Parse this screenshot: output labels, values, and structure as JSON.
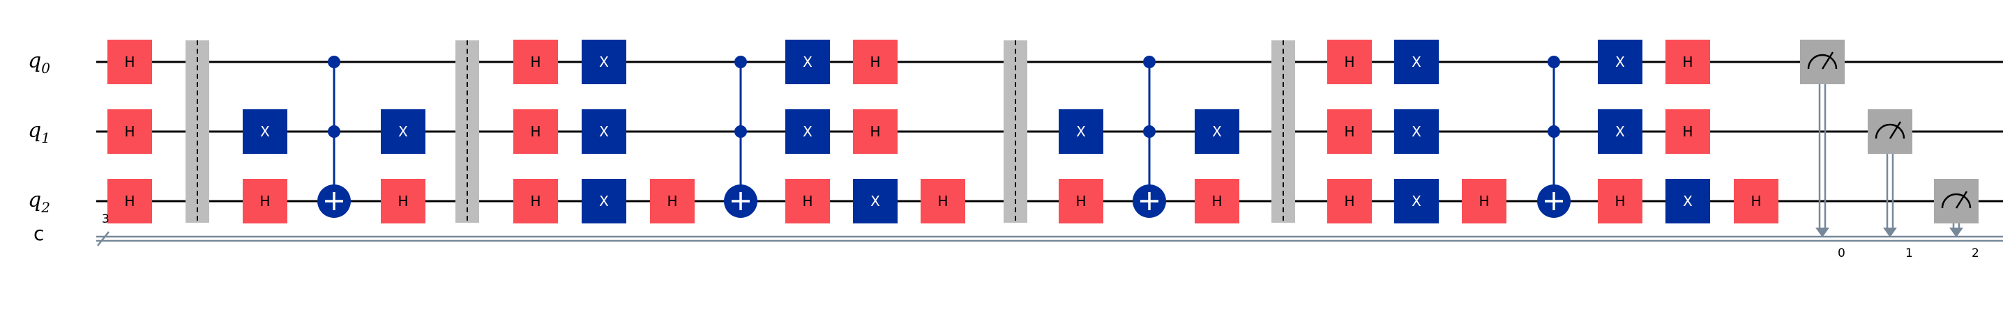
{
  "colors": {
    "h_gate": "#fa4d56",
    "x_gate": "#002d9c",
    "ctrl": "#002d9c",
    "measure": "#a8a8a8",
    "barrier": "#bdbdbd",
    "classical": "#778899",
    "wire": "#000000"
  },
  "qubits": [
    {
      "base": "q",
      "sub": "0"
    },
    {
      "base": "q",
      "sub": "1"
    },
    {
      "base": "q",
      "sub": "2"
    }
  ],
  "classical": {
    "label": "c",
    "size": "3"
  },
  "gates": [
    {
      "t": "H",
      "q": 0,
      "c": 0
    },
    {
      "t": "H",
      "q": 1,
      "c": 0
    },
    {
      "t": "H",
      "q": 2,
      "c": 0
    },
    {
      "t": "X",
      "q": 1,
      "c": 2
    },
    {
      "t": "H",
      "q": 2,
      "c": 2
    },
    {
      "t": "X",
      "q": 1,
      "c": 4
    },
    {
      "t": "H",
      "q": 2,
      "c": 4
    },
    {
      "t": "H",
      "q": 0,
      "c": 6
    },
    {
      "t": "H",
      "q": 1,
      "c": 6
    },
    {
      "t": "H",
      "q": 2,
      "c": 6
    },
    {
      "t": "X",
      "q": 0,
      "c": 7
    },
    {
      "t": "X",
      "q": 1,
      "c": 7
    },
    {
      "t": "X",
      "q": 2,
      "c": 7
    },
    {
      "t": "H",
      "q": 2,
      "c": 8
    },
    {
      "t": "X",
      "q": 0,
      "c": 10
    },
    {
      "t": "X",
      "q": 1,
      "c": 10
    },
    {
      "t": "H",
      "q": 2,
      "c": 10
    },
    {
      "t": "H",
      "q": 0,
      "c": 11
    },
    {
      "t": "H",
      "q": 1,
      "c": 11
    },
    {
      "t": "X",
      "q": 2,
      "c": 11
    },
    {
      "t": "H",
      "q": 2,
      "c": 12
    },
    {
      "t": "X",
      "q": 1,
      "c": 14
    },
    {
      "t": "H",
      "q": 2,
      "c": 14
    },
    {
      "t": "X",
      "q": 1,
      "c": 16
    },
    {
      "t": "H",
      "q": 2,
      "c": 16
    },
    {
      "t": "H",
      "q": 0,
      "c": 18
    },
    {
      "t": "H",
      "q": 1,
      "c": 18
    },
    {
      "t": "H",
      "q": 2,
      "c": 18
    },
    {
      "t": "X",
      "q": 0,
      "c": 19
    },
    {
      "t": "X",
      "q": 1,
      "c": 19
    },
    {
      "t": "X",
      "q": 2,
      "c": 19
    },
    {
      "t": "H",
      "q": 2,
      "c": 20
    },
    {
      "t": "X",
      "q": 0,
      "c": 22
    },
    {
      "t": "X",
      "q": 1,
      "c": 22
    },
    {
      "t": "H",
      "q": 2,
      "c": 22
    },
    {
      "t": "H",
      "q": 0,
      "c": 23
    },
    {
      "t": "H",
      "q": 1,
      "c": 23
    },
    {
      "t": "X",
      "q": 2,
      "c": 23
    },
    {
      "t": "H",
      "q": 2,
      "c": 24
    }
  ],
  "ccx": [
    {
      "c": 3
    },
    {
      "c": 9
    },
    {
      "c": 15
    },
    {
      "c": 21
    }
  ],
  "barriers": [
    {
      "c": 1
    },
    {
      "c": 5
    },
    {
      "c": 13
    },
    {
      "c": 17
    }
  ],
  "measures": [
    {
      "q": 0,
      "c": 25,
      "bit": "0"
    },
    {
      "q": 1,
      "c": 26,
      "bit": "1"
    },
    {
      "q": 2,
      "c": 27,
      "bit": "2"
    }
  ]
}
